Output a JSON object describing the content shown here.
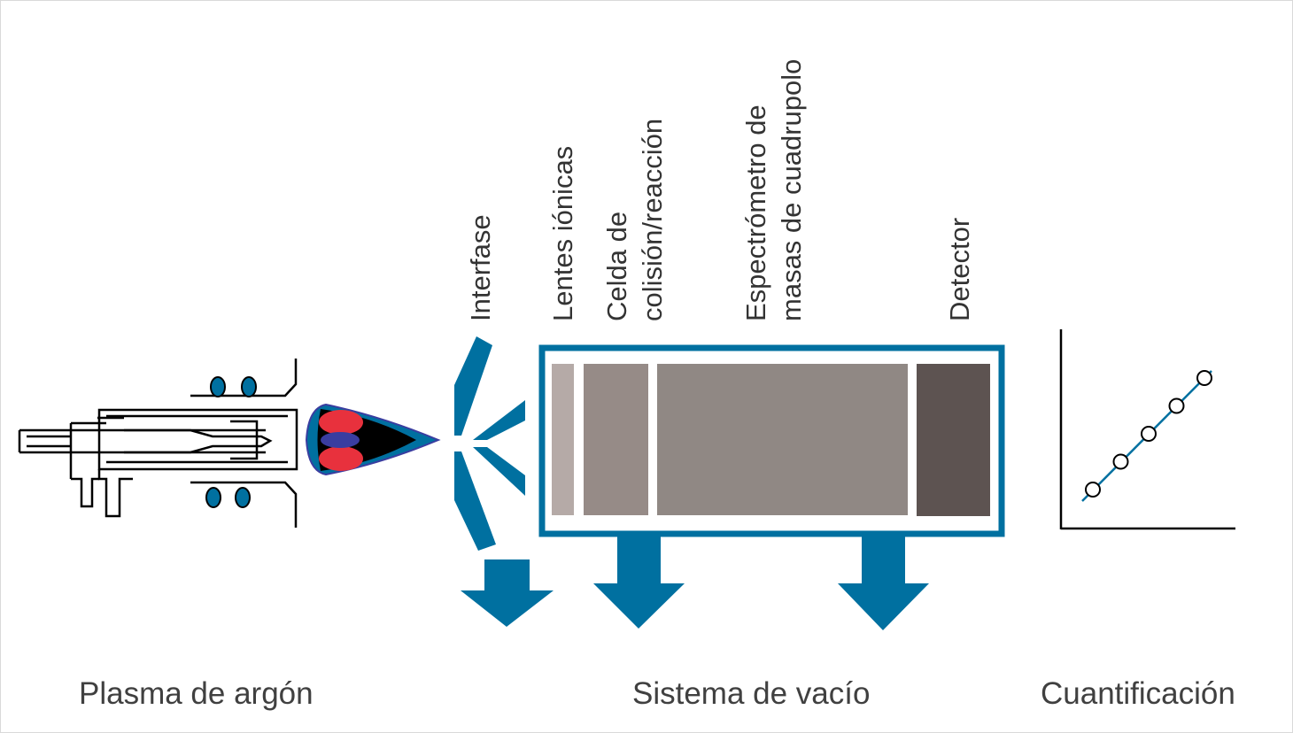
{
  "colors": {
    "accent": "#0070a0",
    "plasma_red": "#e8313d",
    "plasma_core": "#3a3da0",
    "lens": "#b5aaa7",
    "collision_cell": "#968b87",
    "quadrupole": "#908884",
    "detector": "#5d5351",
    "outline": "#000000"
  },
  "components": {
    "interface": "Interfase",
    "ion_lenses": "Lentes iónicas",
    "collision_cell_line1": "Celda de",
    "collision_cell_line2": "colisión/reacción",
    "quadrupole_line1": "Espectrómetro de",
    "quadrupole_line2": "masas de cuadrupolo",
    "detector": "Detector"
  },
  "sections": {
    "plasma": "Plasma de argón",
    "vacuum": "Sistema de vacío",
    "quantification": "Cuantificación"
  },
  "icons": [
    "torch-icon",
    "plasma-flame-icon",
    "cone-interface-icon",
    "vacuum-arrow-icon",
    "calibration-graph-icon"
  ],
  "calibration_points": 5
}
